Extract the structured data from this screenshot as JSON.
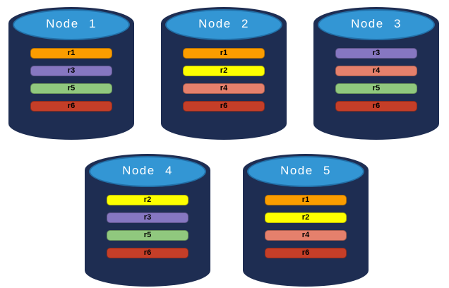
{
  "diagram": {
    "background": "#ffffff",
    "cylinder": {
      "body_color": "#1e2d52",
      "cap_color": "#3396d4",
      "cap_border_color": "#1e6da8",
      "title_color": "#ffffff"
    },
    "replica_palette": {
      "r1": "#fb9d00",
      "r2": "#fdff00",
      "r3": "#8677c1",
      "r4": "#e5806c",
      "r5": "#90c87e",
      "r6": "#c53e28"
    },
    "nodes": [
      {
        "label": "Node 1",
        "replicas": [
          {
            "id": "r1",
            "color": "#fb9d00"
          },
          {
            "id": "r3",
            "color": "#8677c1"
          },
          {
            "id": "r5",
            "color": "#90c87e"
          },
          {
            "id": "r6",
            "color": "#c53e28"
          }
        ]
      },
      {
        "label": "Node 2",
        "replicas": [
          {
            "id": "r1",
            "color": "#fb9d00"
          },
          {
            "id": "r2",
            "color": "#fdff00"
          },
          {
            "id": "r4",
            "color": "#e5806c"
          },
          {
            "id": "r6",
            "color": "#c53e28"
          }
        ]
      },
      {
        "label": "Node 3",
        "replicas": [
          {
            "id": "r3",
            "color": "#8677c1"
          },
          {
            "id": "r4",
            "color": "#e5806c"
          },
          {
            "id": "r5",
            "color": "#90c87e"
          },
          {
            "id": "r6",
            "color": "#c53e28"
          }
        ]
      },
      {
        "label": "Node 4",
        "replicas": [
          {
            "id": "r2",
            "color": "#fdff00"
          },
          {
            "id": "r3",
            "color": "#8677c1"
          },
          {
            "id": "r5",
            "color": "#90c87e"
          },
          {
            "id": "r6",
            "color": "#c53e28"
          }
        ]
      },
      {
        "label": "Node 5",
        "replicas": [
          {
            "id": "r1",
            "color": "#fb9d00"
          },
          {
            "id": "r2",
            "color": "#fdff00"
          },
          {
            "id": "r4",
            "color": "#e5806c"
          },
          {
            "id": "r6",
            "color": "#c53e28"
          }
        ]
      }
    ]
  }
}
